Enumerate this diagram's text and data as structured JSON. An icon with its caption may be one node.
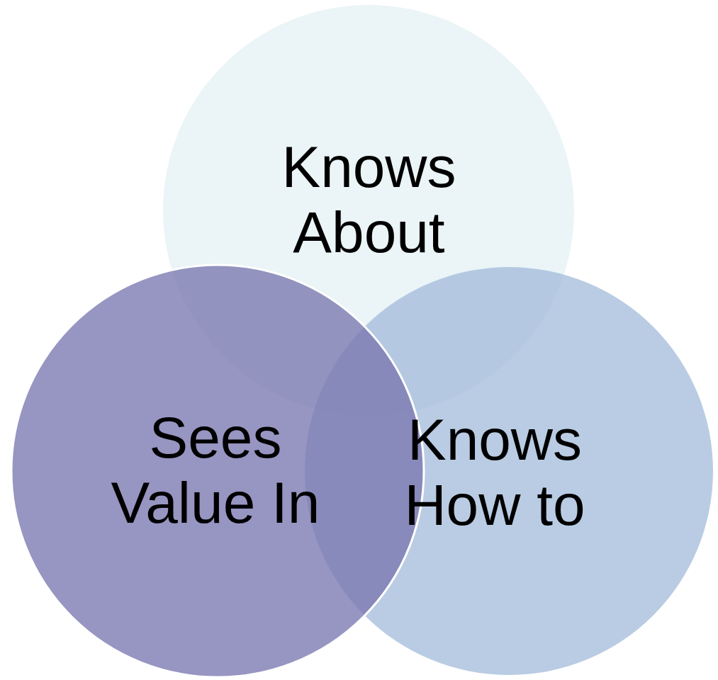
{
  "diagram": {
    "nodes": [
      {
        "text": [
          "Knows About"
        ]
      },
      {
        "text": [
          "Sees Value In"
        ]
      },
      {
        "text": [
          "Knows How to"
        ]
      }
    ]
  }
}
